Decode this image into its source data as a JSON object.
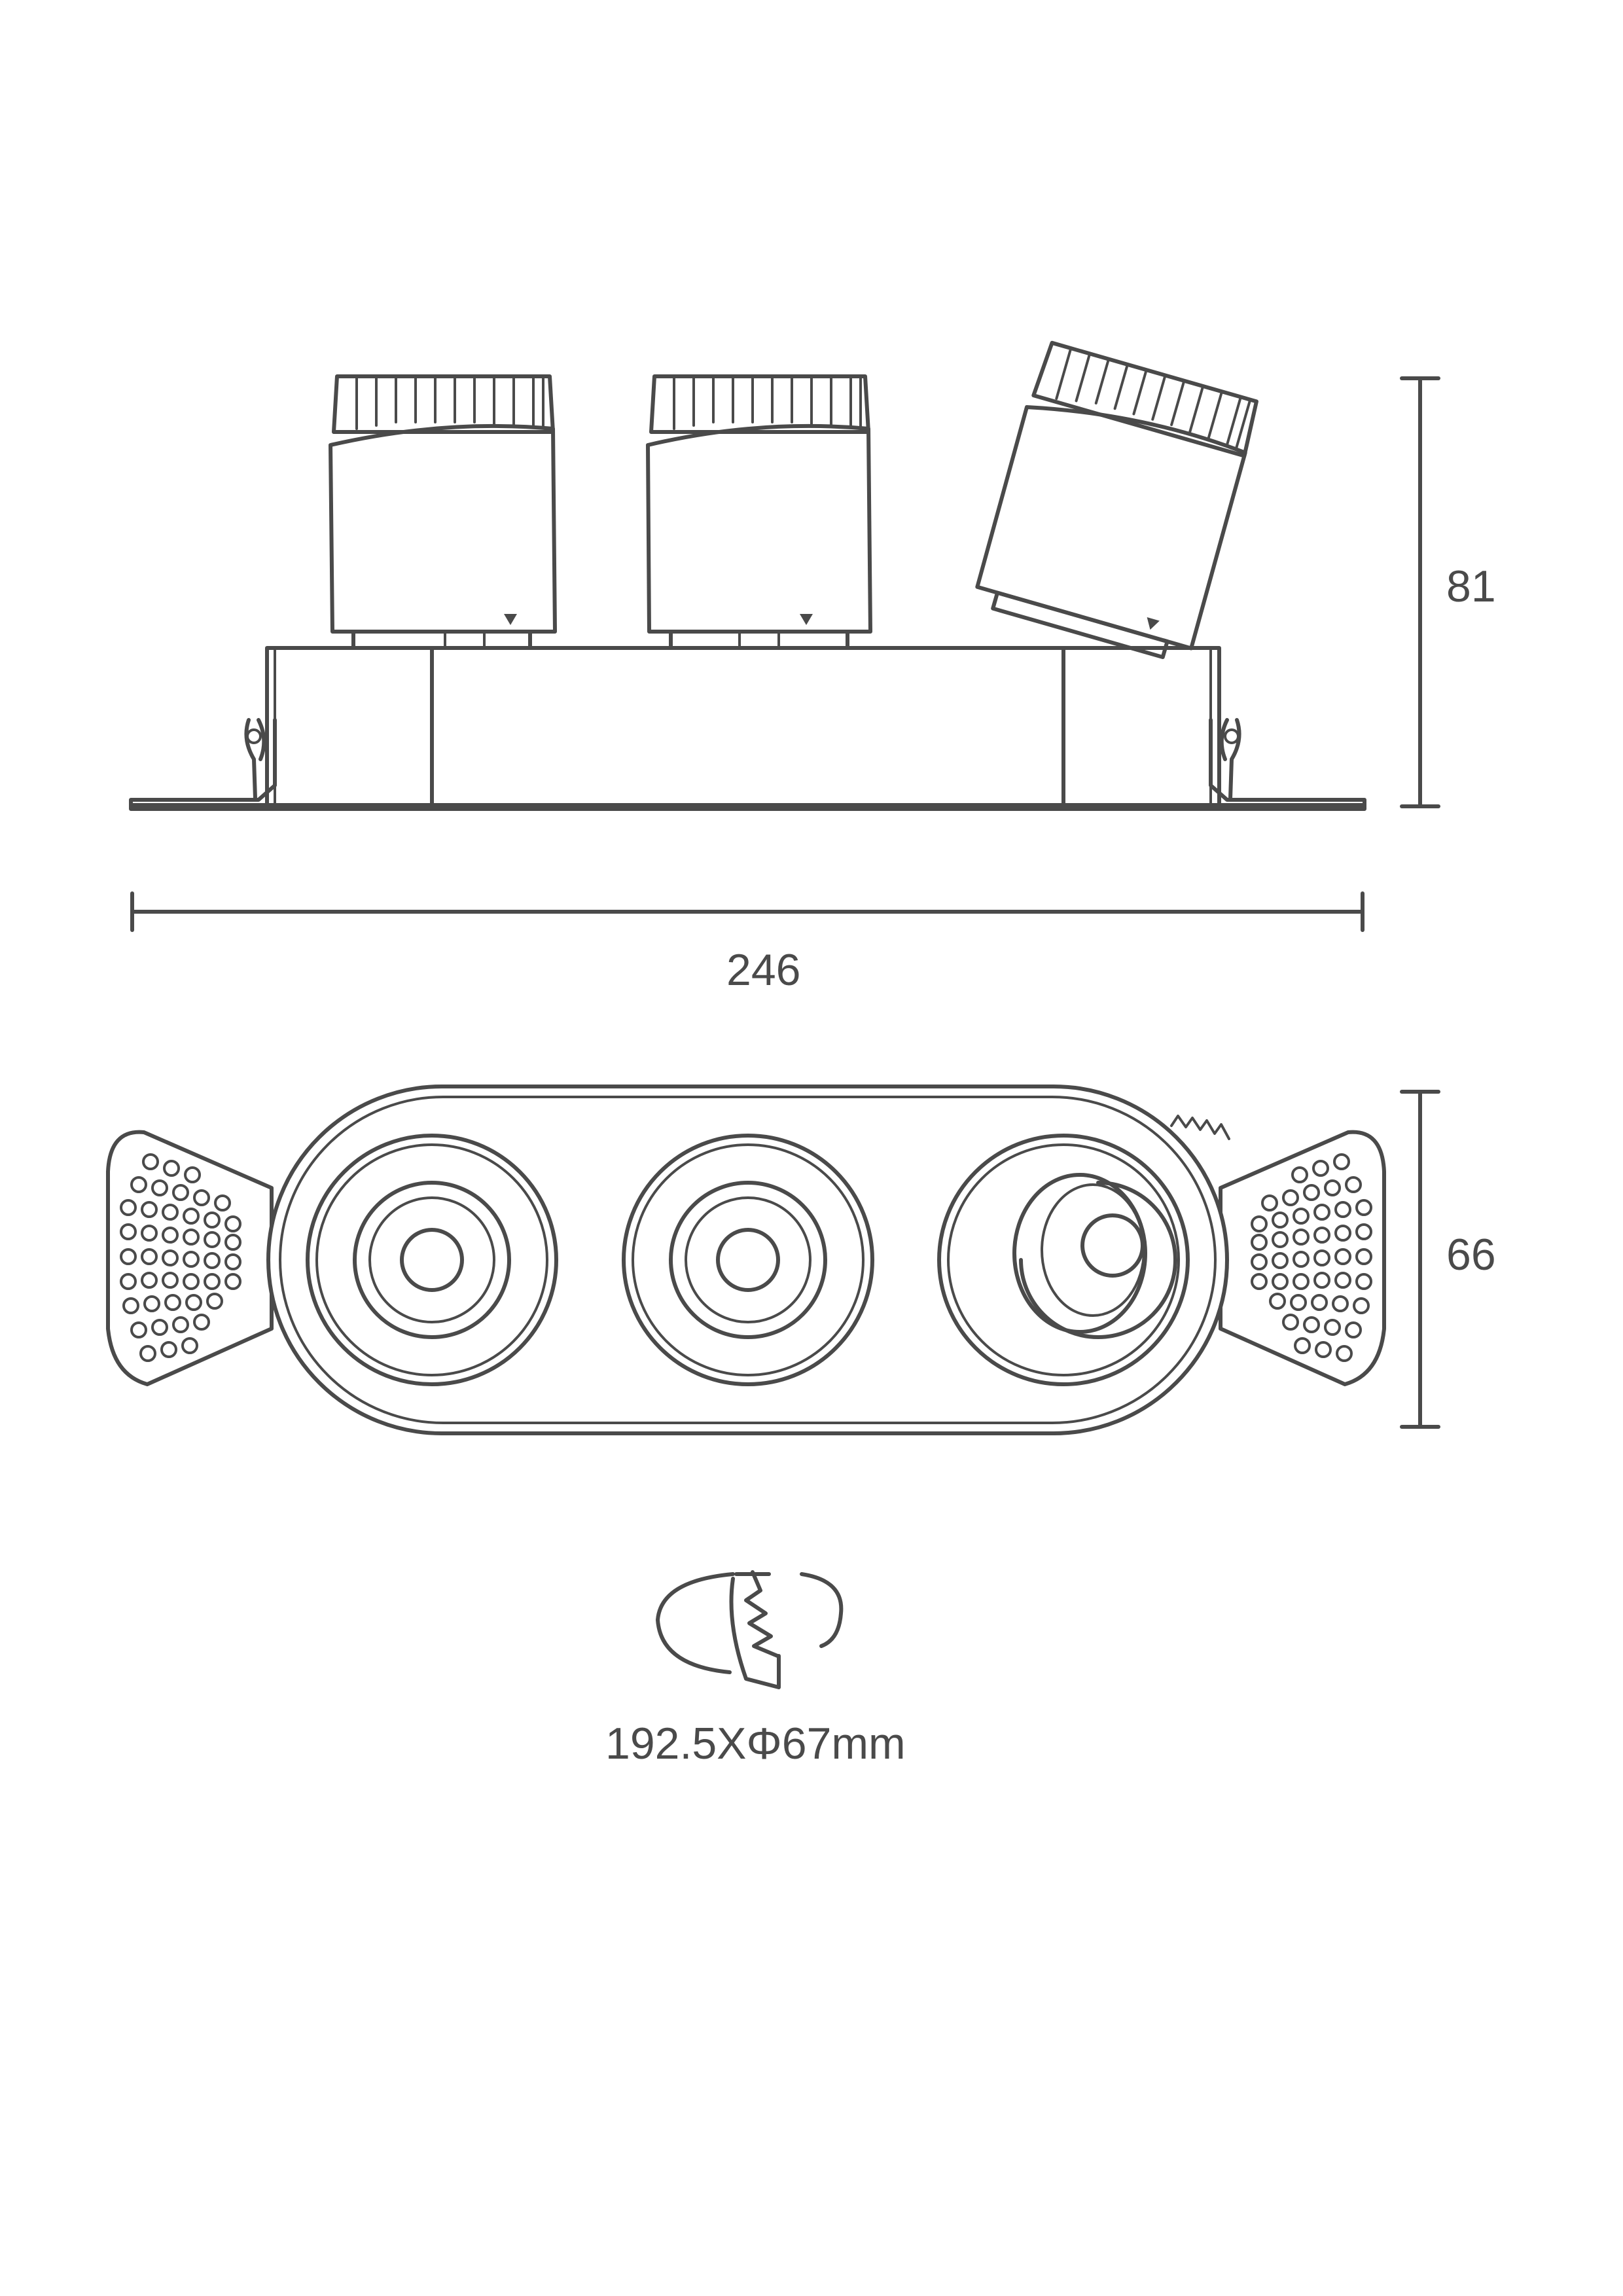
{
  "dimensions": {
    "height": "81",
    "width": "246",
    "depth": "66",
    "cutout": "192.5XΦ67mm"
  },
  "icons": {
    "cutout_icon": "ceiling-cutout-icon"
  }
}
